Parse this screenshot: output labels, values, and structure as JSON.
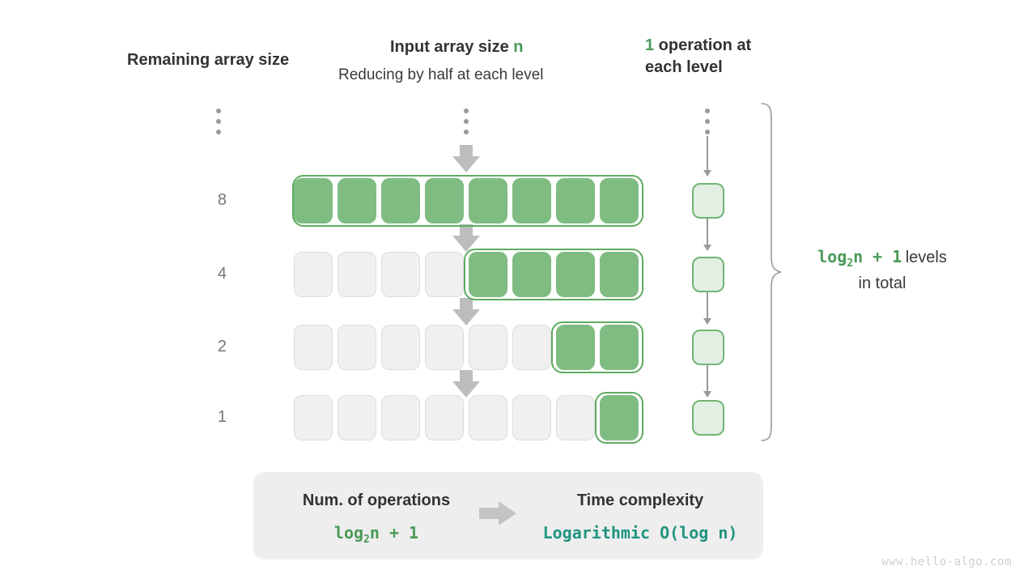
{
  "headers": {
    "left": "Remaining array size",
    "middle_title_prefix": "Input array size ",
    "middle_title_accent": "n",
    "middle_subtitle": "Reducing by half at each level",
    "right_accent": "1",
    "right_text": " operation at each level"
  },
  "rows": [
    {
      "label": "8",
      "total_cells": 8,
      "filled_from": 0,
      "filled_count": 8
    },
    {
      "label": "4",
      "total_cells": 8,
      "filled_from": 4,
      "filled_count": 4
    },
    {
      "label": "2",
      "total_cells": 8,
      "filled_from": 6,
      "filled_count": 2
    },
    {
      "label": "1",
      "total_cells": 8,
      "filled_from": 7,
      "filled_count": 1
    }
  ],
  "operations": {
    "count_per_level": 1,
    "boxes": 4
  },
  "brace": {
    "formula": "log₂n + 1",
    "formula_base": "log",
    "formula_sub": "2",
    "formula_tail": "n + 1",
    "label_after": "levels",
    "label_line2": "in total"
  },
  "summary": {
    "left_title": "Num. of operations",
    "left_value_base": "log",
    "left_value_sub": "2",
    "left_value_tail": "n + 1",
    "arrow": "right-arrow-icon",
    "right_title": "Time complexity",
    "right_value": "Logarithmic  O(log n)"
  },
  "colors": {
    "green_fill": "#7fbc82",
    "green_border": "#5fab62",
    "light_green_fill": "#e2efe3",
    "accent_text": "#4a9a58",
    "teal_text": "#1f9480",
    "gray_cell": "#f0f0f0",
    "arrow_gray": "#bdbdbd",
    "panel_bg": "#eeeeee"
  },
  "watermark": "www.hello-algo.com",
  "ellipsis": "vertical-ellipsis"
}
